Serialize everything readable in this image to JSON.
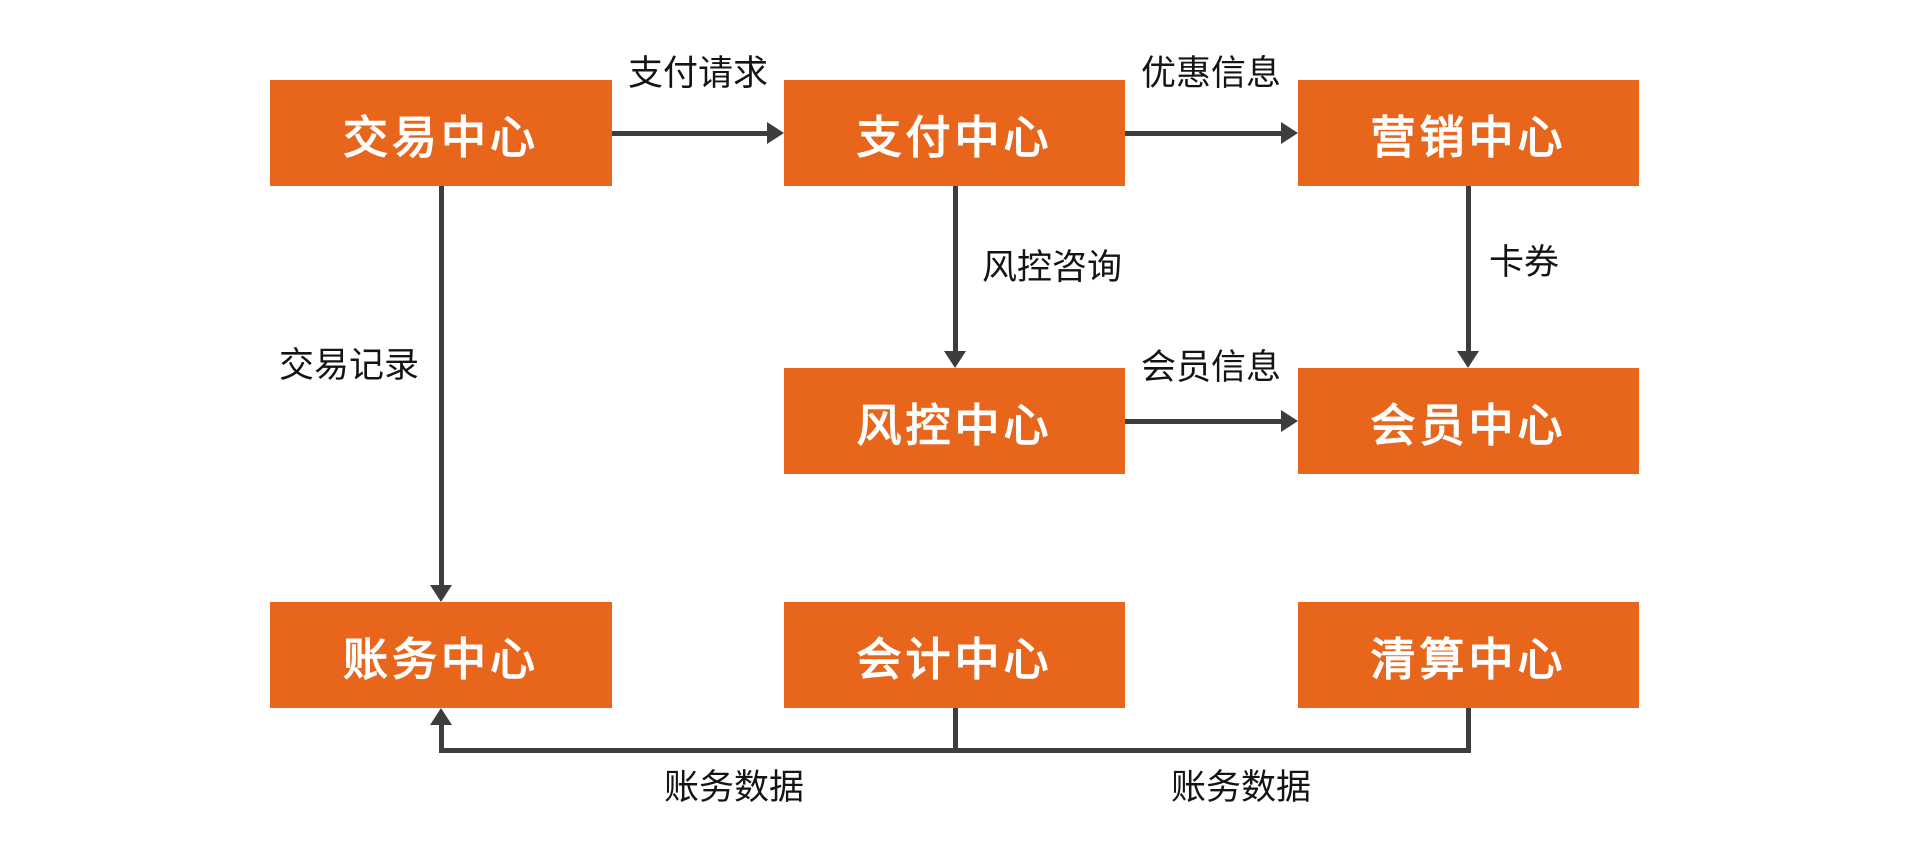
{
  "diagram": {
    "colors": {
      "node_fill": "#E8651C",
      "node_text": "#ffffff",
      "connector": "#3d3d3d",
      "edge_label_text": "#141414",
      "background": "#ffffff"
    },
    "nodes": {
      "trade": {
        "label": "交易中心"
      },
      "payment": {
        "label": "支付中心"
      },
      "marketing": {
        "label": "营销中心"
      },
      "risk": {
        "label": "风控中心"
      },
      "member": {
        "label": "会员中心"
      },
      "account": {
        "label": "账务中心"
      },
      "bookkeeping": {
        "label": "会计中心"
      },
      "clearing": {
        "label": "清算中心"
      }
    },
    "edges": [
      {
        "from": "交易中心",
        "to": "支付中心",
        "label": "支付请求"
      },
      {
        "from": "支付中心",
        "to": "营销中心",
        "label": "优惠信息"
      },
      {
        "from": "支付中心",
        "to": "风控中心",
        "label": "风控咨询"
      },
      {
        "from": "营销中心",
        "to": "会员中心",
        "label": "卡券"
      },
      {
        "from": "风控中心",
        "to": "会员中心",
        "label": "会员信息"
      },
      {
        "from": "交易中心",
        "to": "账务中心",
        "label": "交易记录"
      },
      {
        "from": "会计中心",
        "to": "账务中心",
        "label": "账务数据"
      },
      {
        "from": "清算中心",
        "to": "账务中心",
        "label": "账务数据"
      }
    ]
  }
}
